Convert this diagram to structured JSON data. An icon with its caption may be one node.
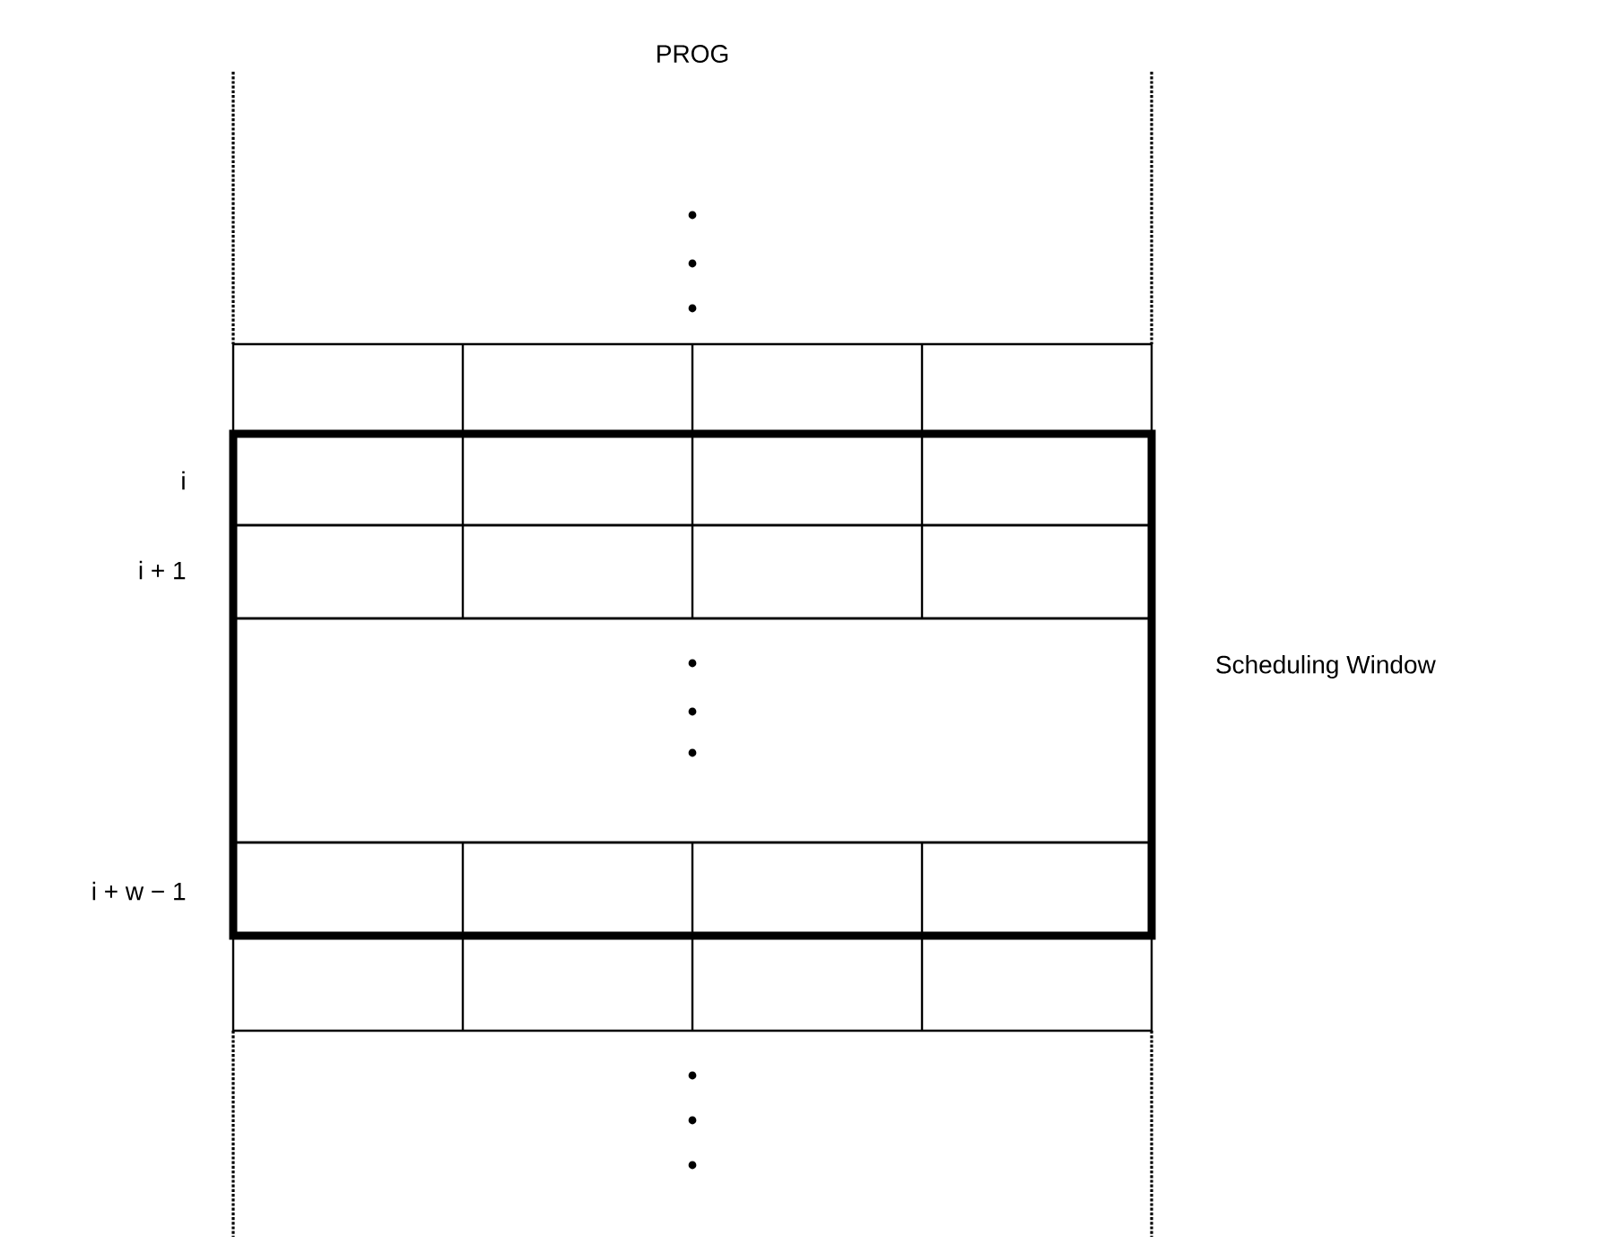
{
  "diagram": {
    "title": "PROG",
    "nodes": [
      {
        "text": [],
        "shape": "box",
        "beside": [
          "Scheduling Window"
        ]
      }
    ],
    "labels": [
      "i",
      "i + 1",
      "i + w − 1"
    ]
  }
}
